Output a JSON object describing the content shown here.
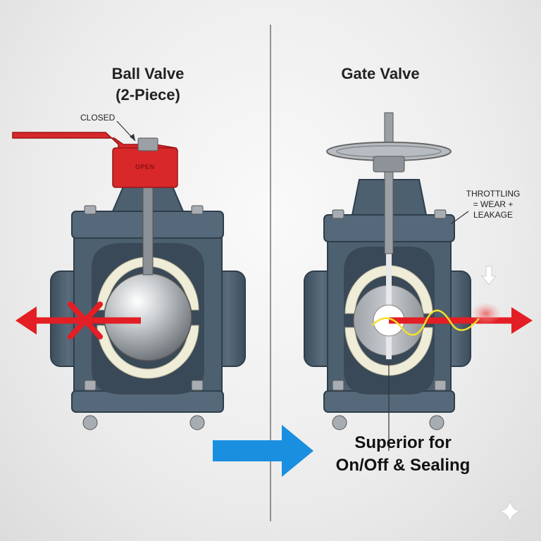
{
  "ball_valve": {
    "title_line1": "Ball Valve",
    "title_line2": "(2-Piece)",
    "state_label": "CLOSED",
    "handle_text": "OPEN"
  },
  "gate_valve": {
    "title": "Gate Valve",
    "callout_line1": "THROTTLING",
    "callout_line2": "= WEAR +",
    "callout_line3": "LEAKAGE"
  },
  "verdict": {
    "line1": "Superior for",
    "line2": "On/Off & Sealing"
  },
  "colors": {
    "body": "#4d6070",
    "body_dark": "#2f3e4b",
    "handle": "#d8282a",
    "seat": "#efecd8",
    "flow_arrow": "#e31e24",
    "verdict_arrow": "#1a8fe0",
    "divider": "#555555"
  },
  "icons": [
    "sparkle-icon"
  ]
}
